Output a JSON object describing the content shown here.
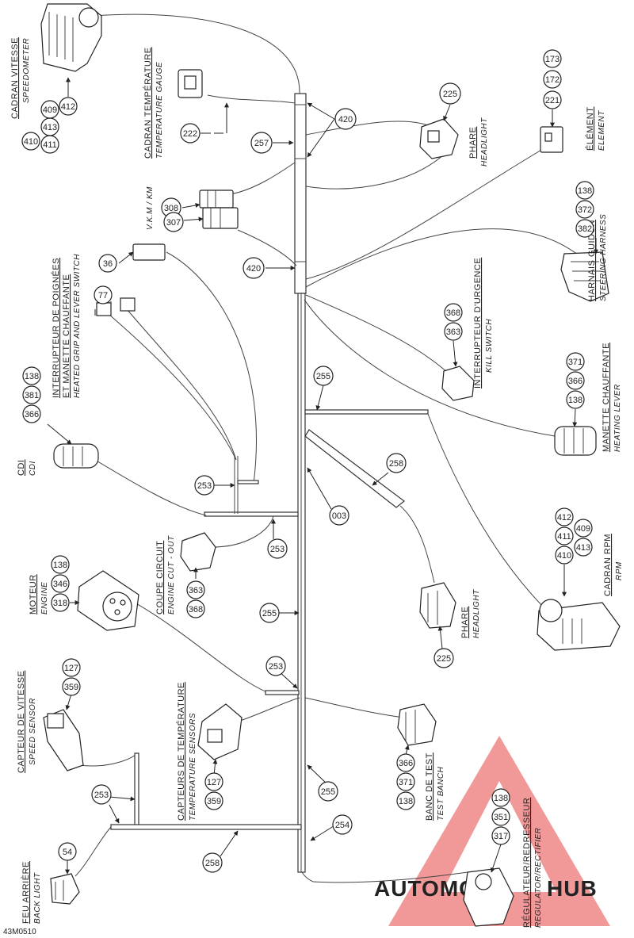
{
  "drawing_code": "43M0510",
  "watermark": {
    "part1": "AUTOMOTO",
    "part2": "HUB",
    "color1": "#f3a93a",
    "color2": "#6b6b6b",
    "triangle_color": "#e64545"
  },
  "labels": {
    "speedometer_fr": "CADRAN VITESSE",
    "speedometer_en": "SPEEDOMETER",
    "temp_gauge_fr": "CADRAN TEMPÉRATURE",
    "temp_gauge_en": "TEMPERATURE GAUGE",
    "phare_hi_fr": "PHARE",
    "phare_hi_en": "HEADLIGHT",
    "element_fr": "ÉLÉMENT",
    "element_en": "ELEMENT",
    "vkm": "V.K.M / KM",
    "grip_fr1": "INTERRUPTEUR DE POIGNÉES",
    "grip_fr2": "ET MANETTE CHAUFFANTE",
    "grip_en": "HEATED GRIP AND LEVER SWITCH",
    "steering_fr": "HARNAIS GUIDON",
    "steering_en": "STEERING HARNESS",
    "kill_fr": "INTERRUPTEUR D'URGENCE",
    "kill_en": "KILL SWITCH",
    "cdi_fr": "CDI",
    "cdi_en": "CDI",
    "heat_lever_fr": "MANETTE CHAUFFANTE",
    "heat_lever_en": "HEATING LEVER",
    "cutout_fr": "COUPE CIRCUIT",
    "cutout_en": "ENGINE CUT - OUT",
    "rpm_fr": "CADRAN RPM",
    "rpm_en": "RPM",
    "engine_fr": "MOTEUR",
    "engine_en": "ENGINE",
    "phare_lo_fr": "PHARE",
    "phare_lo_en": "HEADLIGHT",
    "speed_sensor_fr": "CAPTEUR DE VITESSE",
    "speed_sensor_en": "SPEED SENSOR",
    "temp_sensors_fr": "CAPTEURS DE TEMPÉRATURE",
    "temp_sensors_en": "TEMPERATURE SENSORS",
    "test_fr": "BANC DE TEST",
    "test_en": "TEST BANCH",
    "regulator_fr": "RÉGULATEUR/REDRESSEUR",
    "regulator_en": "REGULATOR/RECTIFIER",
    "backlight_fr": "FEU ARRIÈRE",
    "backlight_en": "BACK LIGHT"
  },
  "callouts": {
    "c409": "409",
    "c413": "413",
    "c410": "410",
    "c411": "411",
    "c412": "412",
    "c222": "222",
    "c420a": "420",
    "c257": "257",
    "c225a": "225",
    "c221": "221",
    "c172": "172",
    "c173": "173",
    "c308": "308",
    "c307": "307",
    "c420b": "420",
    "c36": "36",
    "c77": "77",
    "c382": "382",
    "c372": "372",
    "c138a": "138",
    "c363a": "363",
    "c368a": "368",
    "c255a": "255",
    "c366a": "366",
    "c381": "381",
    "c138b": "138",
    "c138c": "138",
    "c366b": "366",
    "c371a": "371",
    "c258a": "258",
    "c253a": "253",
    "c003": "003",
    "c410b": "410",
    "c411b": "411",
    "c412b": "412",
    "c413b": "413",
    "c409b": "409",
    "c253b": "253",
    "c368b": "368",
    "c363b": "363",
    "c318": "318",
    "c346": "346",
    "c138d": "138",
    "c225b": "225",
    "c255b": "255",
    "c253c": "253",
    "c359a": "359",
    "c127a": "127",
    "c359b": "359",
    "c127b": "127",
    "c138e": "138",
    "c371b": "371",
    "c366c": "366",
    "c255c": "255",
    "c253d": "253",
    "c254": "254",
    "c317": "317",
    "c351": "351",
    "c138f": "138",
    "c258b": "258",
    "c54": "54"
  }
}
